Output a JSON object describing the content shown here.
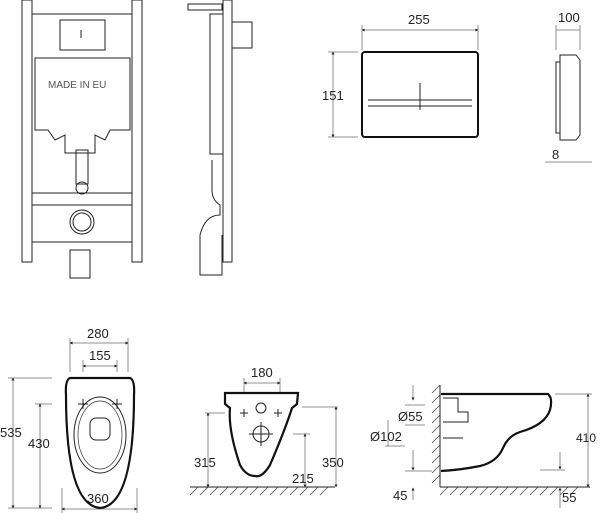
{
  "frame": {
    "label": "MADE IN EU"
  },
  "flush_plate": {
    "width": "255",
    "height": "151",
    "depth": "100",
    "thickness": "8"
  },
  "bowl_top": {
    "width_top": "280",
    "fixing_spacing": "155",
    "length": "535",
    "fixing_length": "430",
    "width_bottom": "360"
  },
  "bowl_front": {
    "fixing_spacing": "180",
    "fixing_height": "315",
    "total_height": "350",
    "outlet_height": "215"
  },
  "bowl_side": {
    "inlet_diameter": "Ø55",
    "outlet_diameter": "Ø102",
    "base_offset": "45",
    "height": "410",
    "rim_offset": "55"
  }
}
